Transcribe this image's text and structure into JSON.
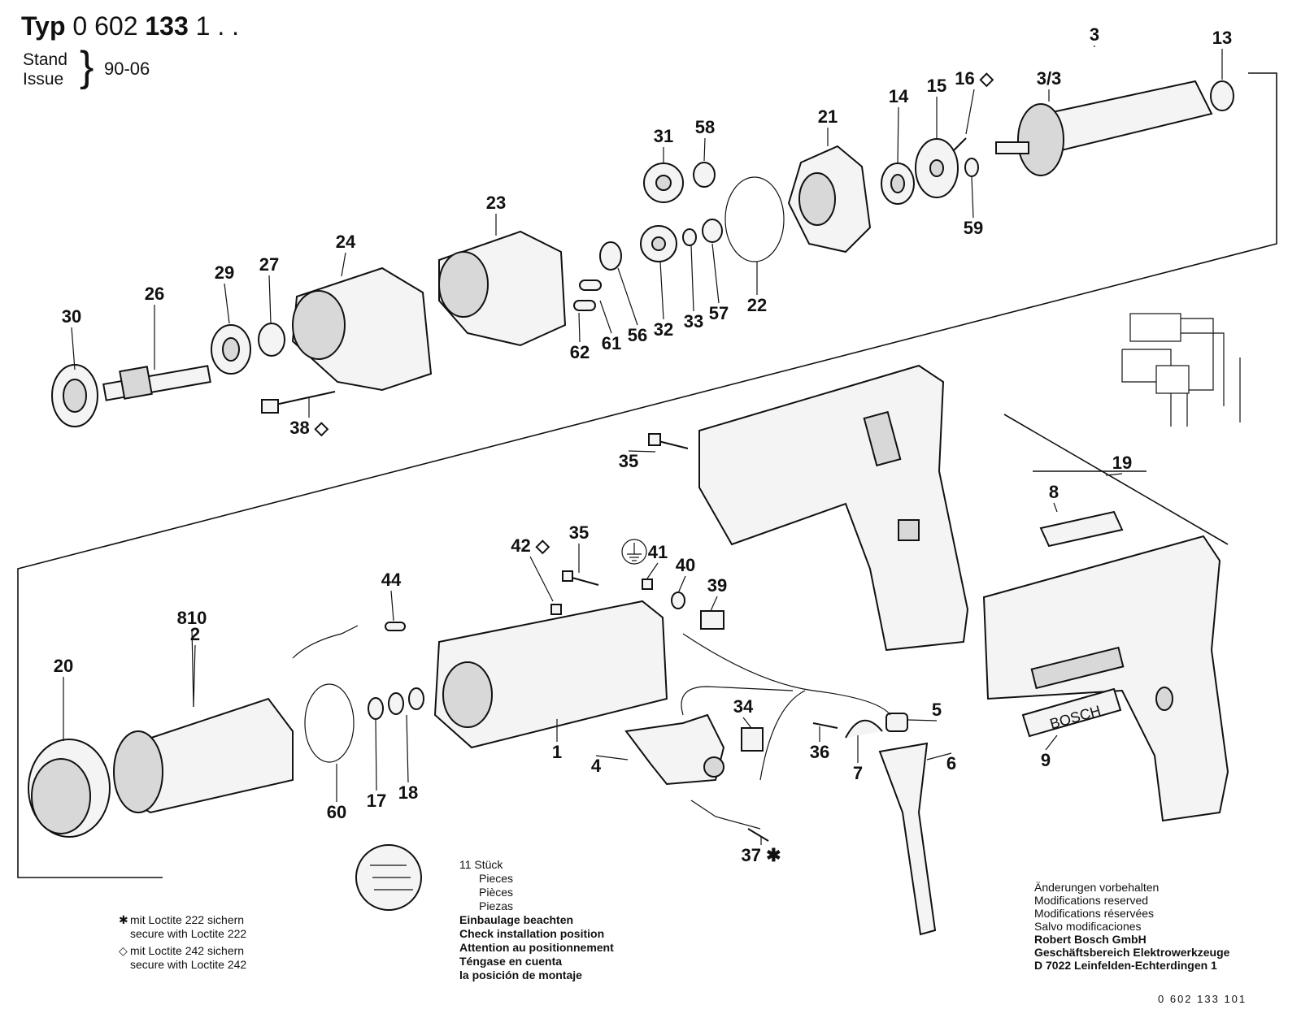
{
  "header": {
    "typ_label": "Typ",
    "typ_number_plain": "0 602",
    "typ_number_bold": "133",
    "typ_suffix": "1 . .",
    "stand": "Stand",
    "issue": "Issue",
    "date": "90-06"
  },
  "part_labels": [
    "30",
    "26",
    "29",
    "27",
    "24",
    "23",
    "31",
    "58",
    "21",
    "14",
    "15",
    "16 ◇",
    "3",
    "3/3",
    "13",
    "59",
    "22",
    "57",
    "33",
    "32",
    "56",
    "61",
    "62",
    "38 ◇",
    "35",
    "19",
    "8",
    "9",
    "42 ◇",
    "35",
    "41",
    "40",
    "39",
    "44",
    "810",
    "2",
    "20",
    "60",
    "17",
    "18",
    "1",
    "34",
    "5",
    "36",
    "7",
    "6",
    "4",
    "37 ✱"
  ],
  "legend": {
    "star_symbol": "✱",
    "star_line1": "mit Loctite 222 sichern",
    "star_line2": "secure with Loctite 222",
    "diamond_symbol": "◇",
    "diamond_line1": "mit Loctite 242 sichern",
    "diamond_line2": "secure with Loctite 242"
  },
  "count_note": {
    "line1": "11 Stück",
    "line2": "Pieces",
    "line3": "Pièces",
    "line4": "Piezas",
    "line5": "Einbaulage beachten",
    "line6": "Check installation position",
    "line7": "Attention au positionnement",
    "line8": "Téngase en cuenta",
    "line9": "la posición de montaje"
  },
  "footer": {
    "line1": "Änderungen vorbehalten",
    "line2": "Modifications reserved",
    "line3": "Modifications réservées",
    "line4": "Salvo modificaciones",
    "line5": "Robert Bosch GmbH",
    "line6": "Geschäftsbereich Elektrowerkzeuge",
    "line7": "D 7022 Leinfelden-Echterdingen 1"
  },
  "doc_code": "0 602 133 101",
  "brand_text": "BOSCH"
}
